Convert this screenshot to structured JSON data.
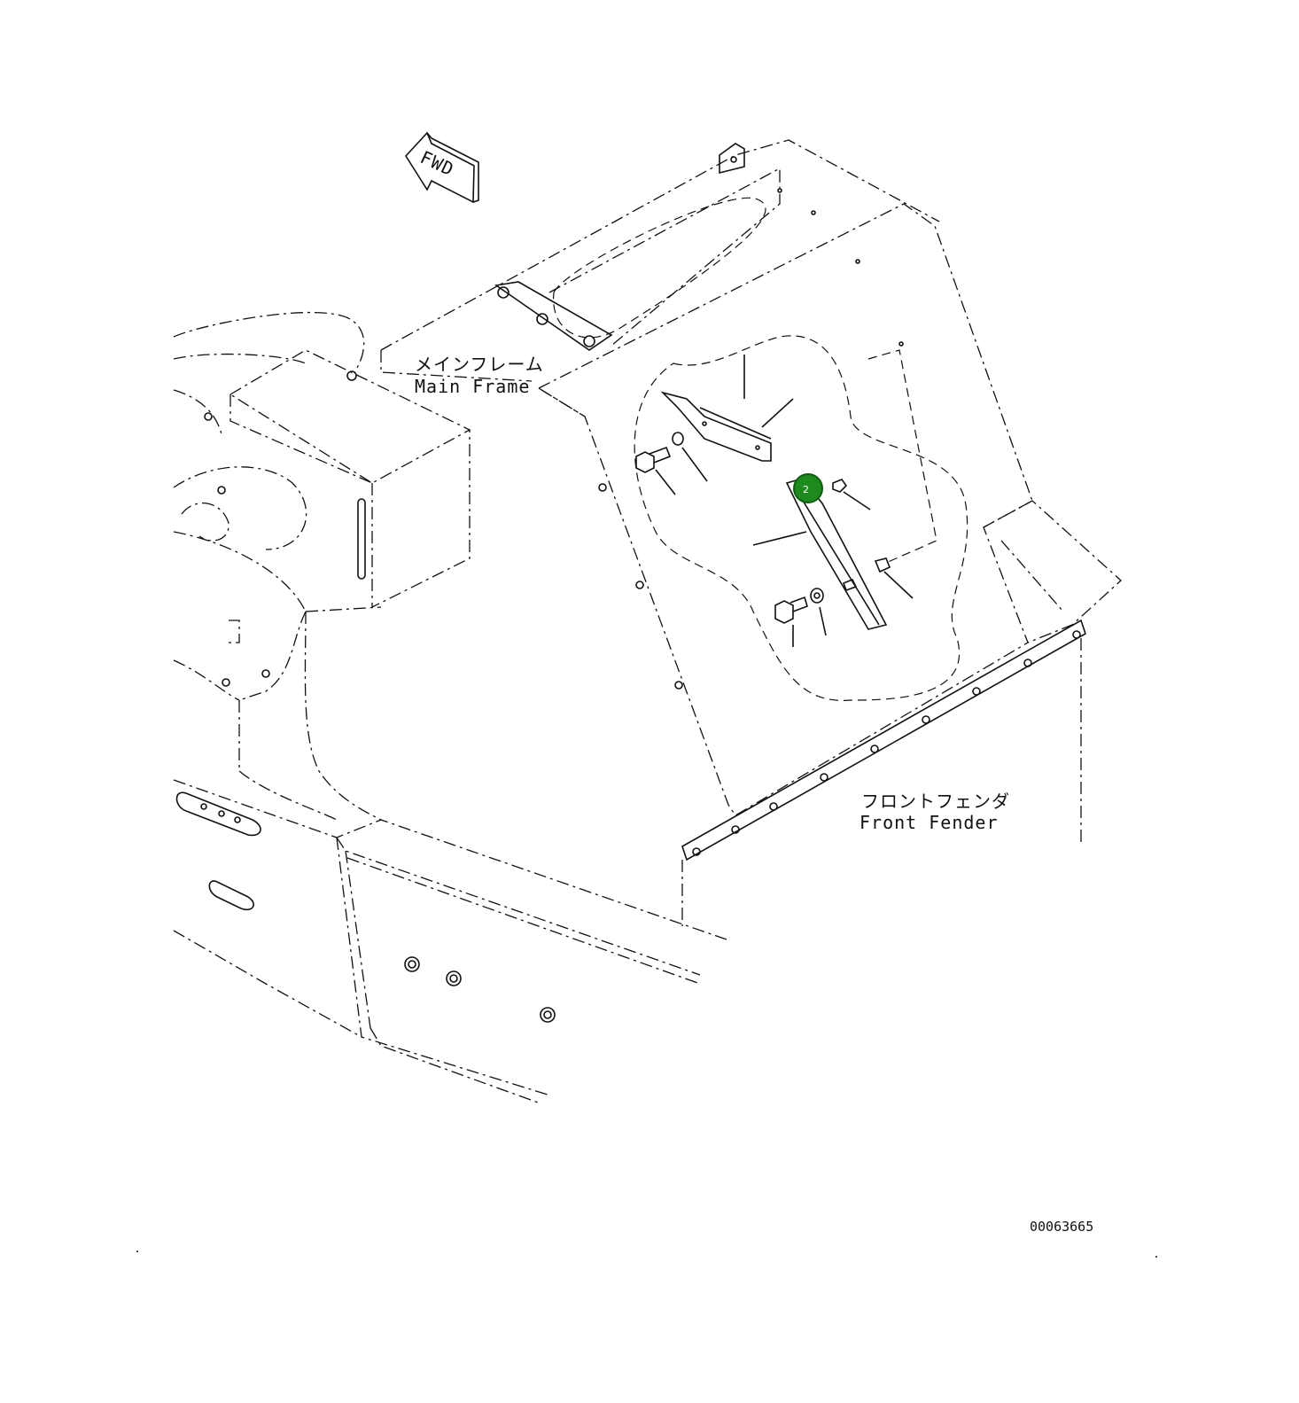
{
  "direction_arrow": {
    "label": "FWD",
    "icon": "forward-arrow-icon"
  },
  "labels": {
    "main_frame_jp": "メインフレーム",
    "main_frame_en": "Main Frame",
    "front_fender_jp": "フロントフェンダ",
    "front_fender_en": "Front Fender"
  },
  "drawing_number": "00063665",
  "callouts": [
    {
      "number": "2",
      "color": "#1e8a1e"
    }
  ]
}
